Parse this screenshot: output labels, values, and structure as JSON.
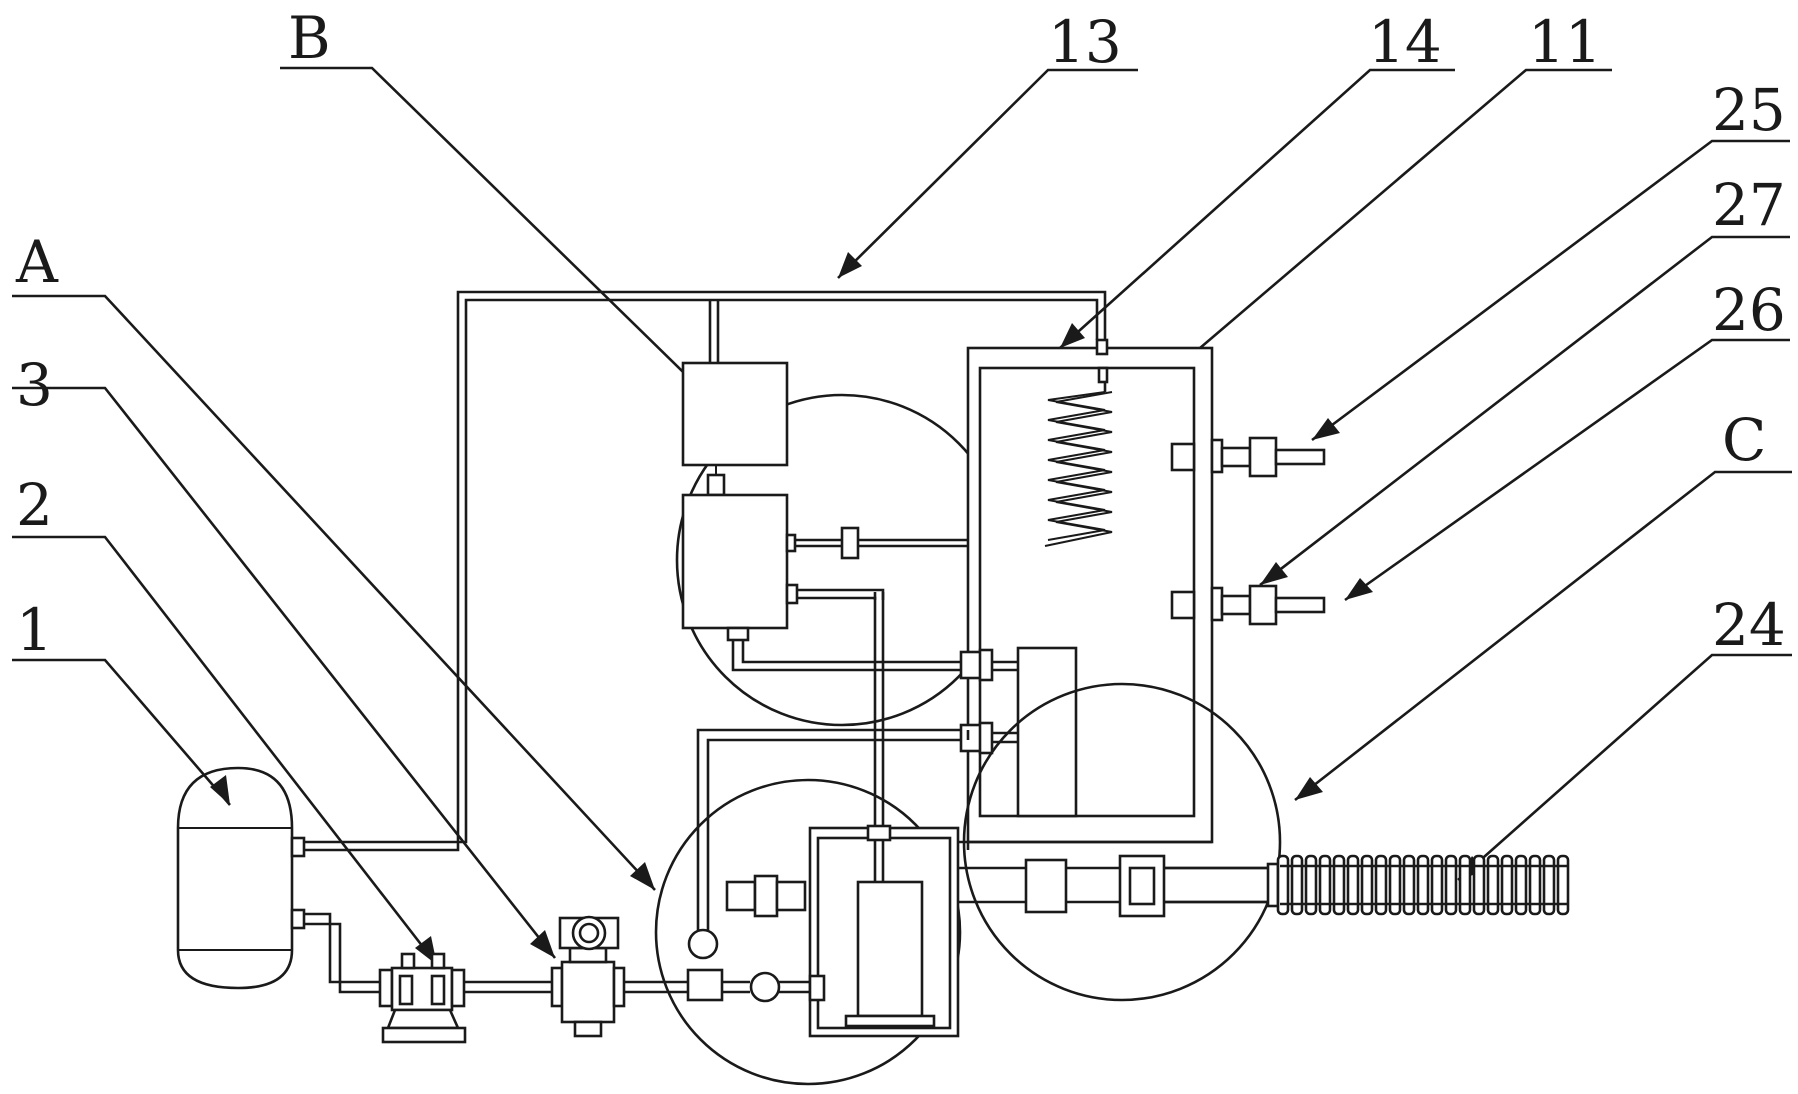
{
  "labels": [
    {
      "id": "B",
      "text": "B"
    },
    {
      "id": "13",
      "text": "13"
    },
    {
      "id": "14",
      "text": "14"
    },
    {
      "id": "11",
      "text": "11"
    },
    {
      "id": "25",
      "text": "25"
    },
    {
      "id": "27",
      "text": "27"
    },
    {
      "id": "26",
      "text": "26"
    },
    {
      "id": "C",
      "text": "C"
    },
    {
      "id": "24",
      "text": "24"
    },
    {
      "id": "A",
      "text": "A"
    },
    {
      "id": "3",
      "text": "3"
    },
    {
      "id": "2",
      "text": "2"
    },
    {
      "id": "1",
      "text": "1"
    }
  ]
}
